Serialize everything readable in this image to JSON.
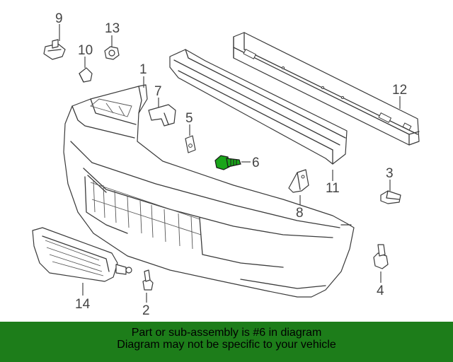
{
  "callouts": {
    "c1": "1",
    "c2": "2",
    "c3": "3",
    "c4": "4",
    "c5": "5",
    "c6": "6",
    "c7": "7",
    "c8": "8",
    "c9": "9",
    "c10": "10",
    "c11": "11",
    "c12": "12",
    "c13": "13",
    "c14": "14"
  },
  "highlighted_part": "6",
  "colors": {
    "highlight": "#1aa51a",
    "banner": "#1d7d1a",
    "line": "#3a3a3a"
  },
  "banner": {
    "line1": "Part or sub-assembly is #6 in diagram",
    "line2": "Diagram may not be specific to your vehicle"
  }
}
